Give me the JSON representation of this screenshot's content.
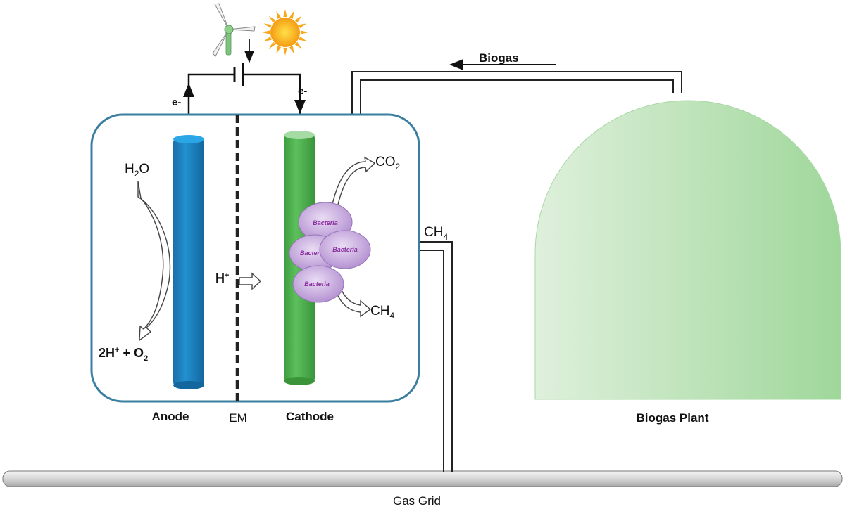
{
  "labels": {
    "e_left": "e-",
    "e_right": "e-",
    "biogas": "Biogas",
    "h2o_main": "H",
    "h2o_sub": "2",
    "h2o_tail": "O",
    "co2_main": "CO",
    "co2_sub": "2",
    "ch4_pipe_main": "CH",
    "ch4_pipe_sub": "4",
    "ch4_main": "CH",
    "ch4_sub": "4",
    "hplus_main": "H",
    "hplus_sup": "+",
    "products_a": "2H",
    "products_sup": "+",
    "products_b": " + O",
    "products_sub": "2",
    "anode": "Anode",
    "em": "EM",
    "cathode": "Cathode",
    "biogas_plant": "Biogas Plant",
    "gas_grid": "Gas Grid"
  },
  "bacteria": [
    "Bacteria",
    "Bacter",
    "Bacteria",
    "Bacteria"
  ],
  "colors": {
    "cell_border": "#3a7fa0",
    "anode": "#1a7fc1",
    "cathode": "#4db24d",
    "bacteria": "#c9a9e0",
    "plant_light": "#d9eed6",
    "plant_dark": "#9fd79a",
    "sun": "#f7a81b"
  },
  "icons": [
    "wind-turbine-icon",
    "sun-icon",
    "battery-icon"
  ]
}
